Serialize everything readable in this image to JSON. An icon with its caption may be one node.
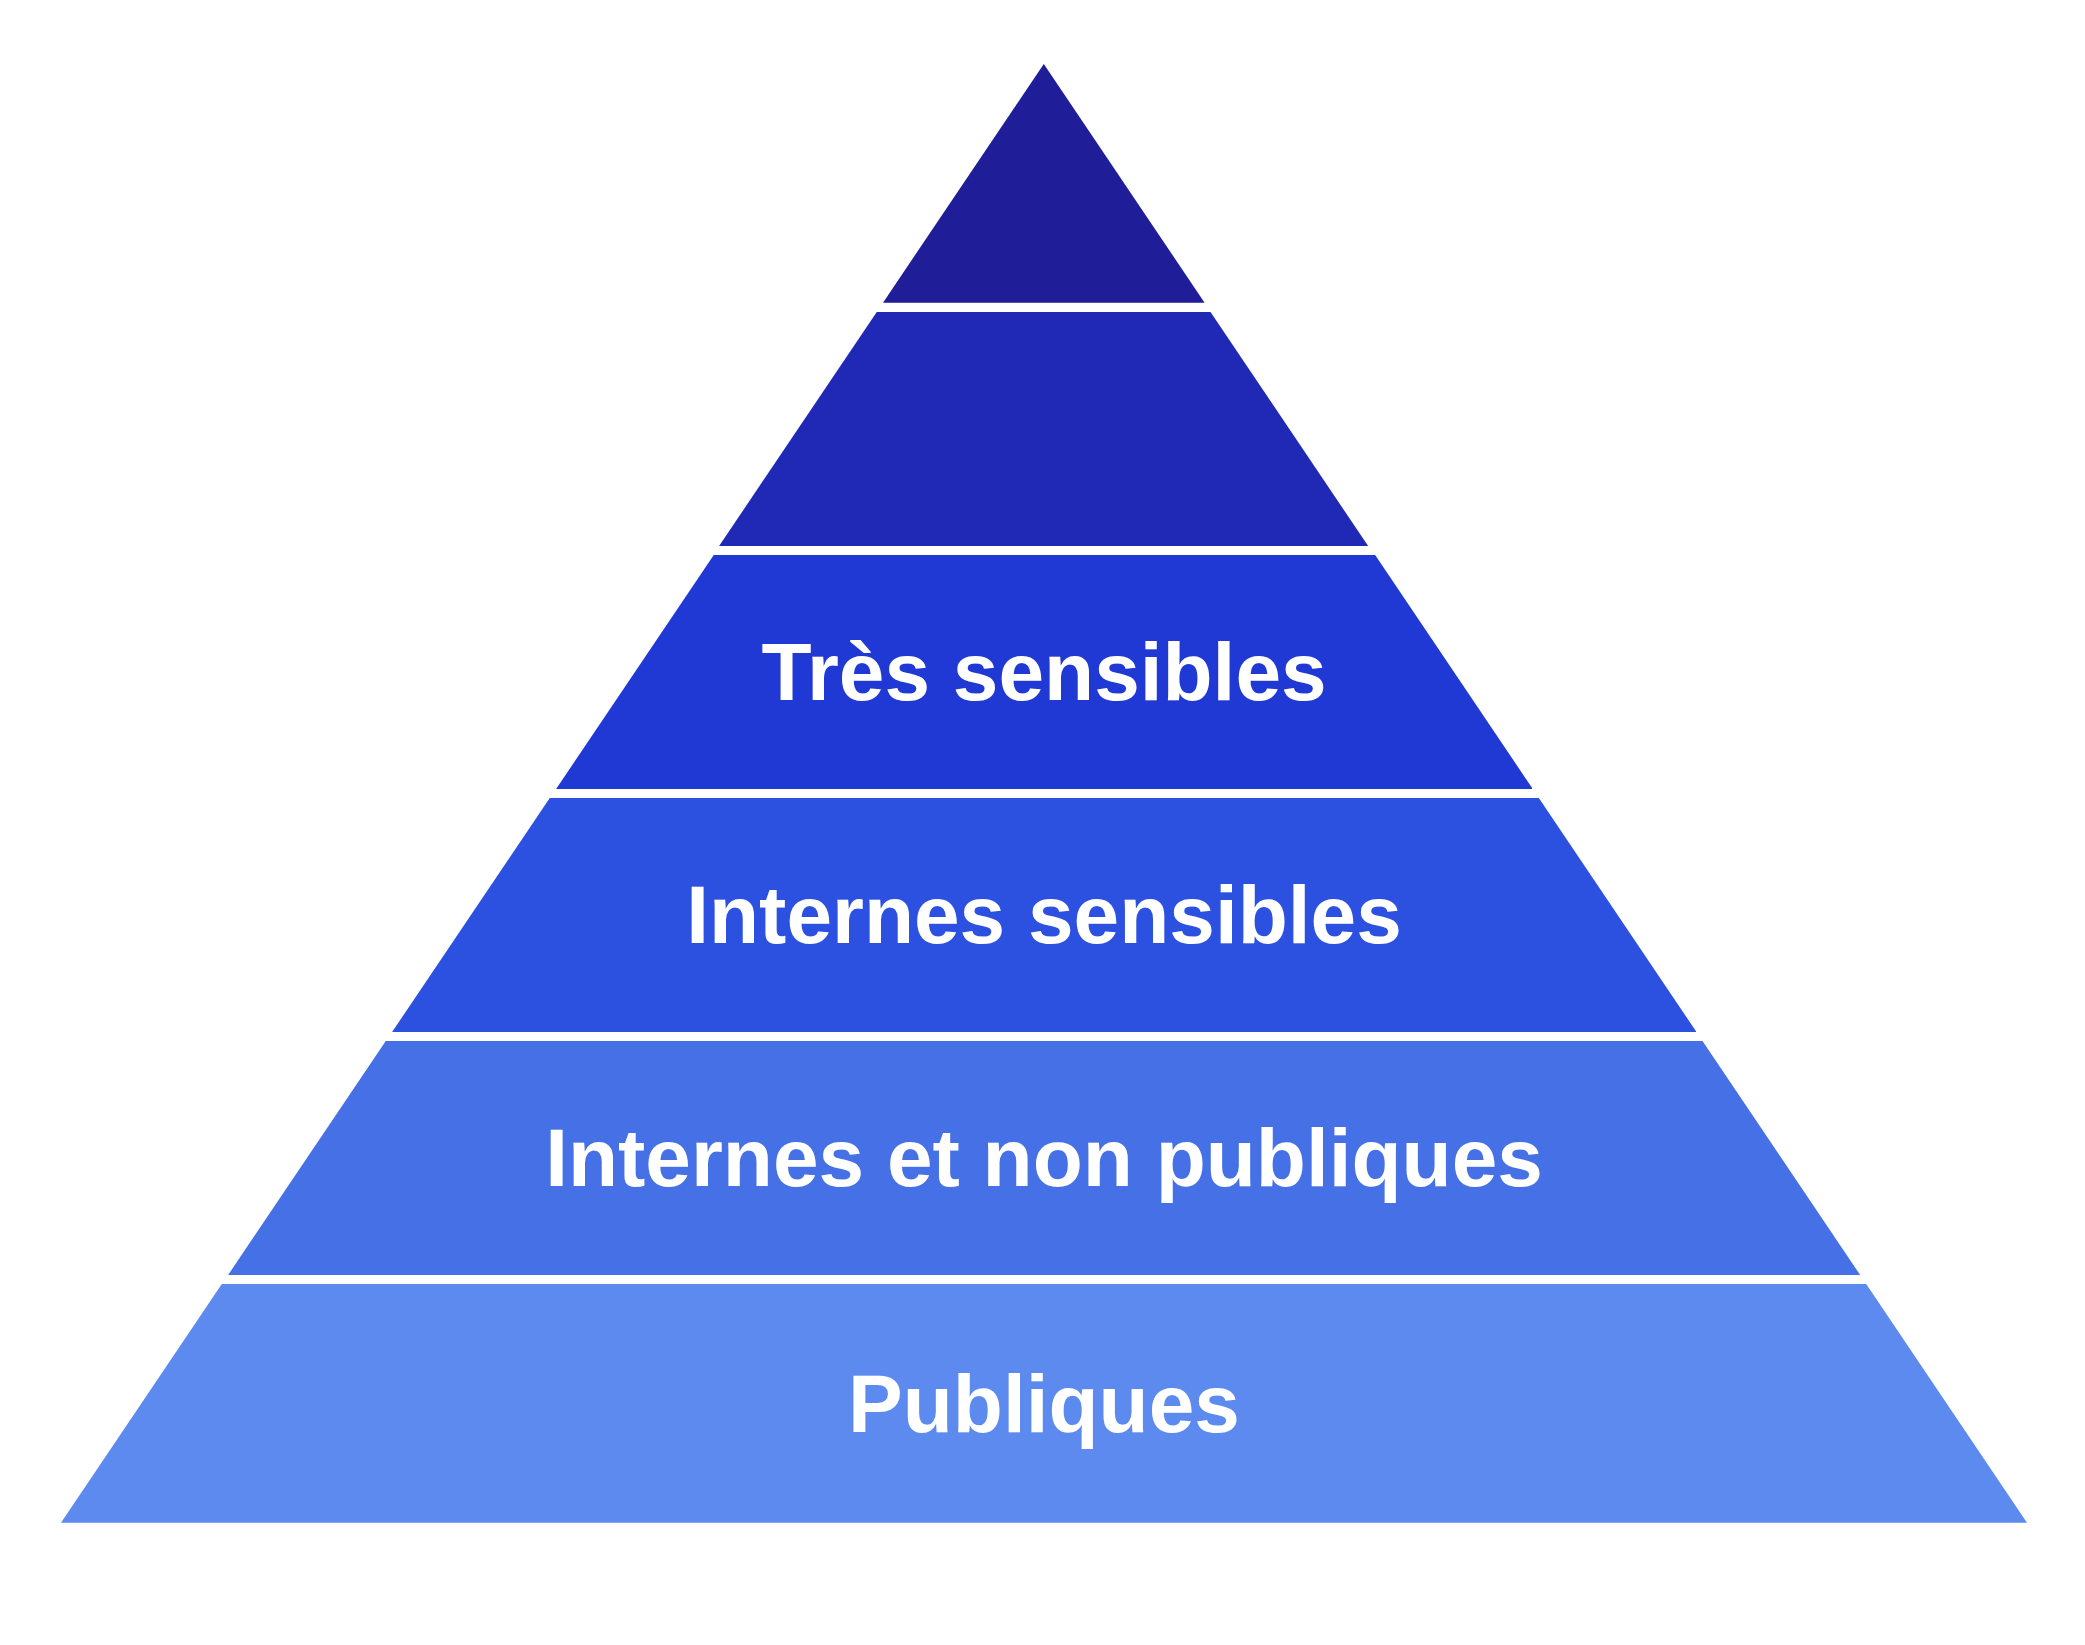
{
  "diagram": {
    "nodes": [
      {
        "text": [],
        "shape": "triangle"
      },
      {
        "text": [],
        "shape": "trapezoid"
      },
      {
        "text": [
          "Très sensibles"
        ]
      },
      {
        "text": [
          "Internes sensibles"
        ]
      },
      {
        "text": [
          "Internes et non publiques"
        ]
      },
      {
        "text": [
          "Publiques"
        ]
      }
    ],
    "edges": []
  }
}
